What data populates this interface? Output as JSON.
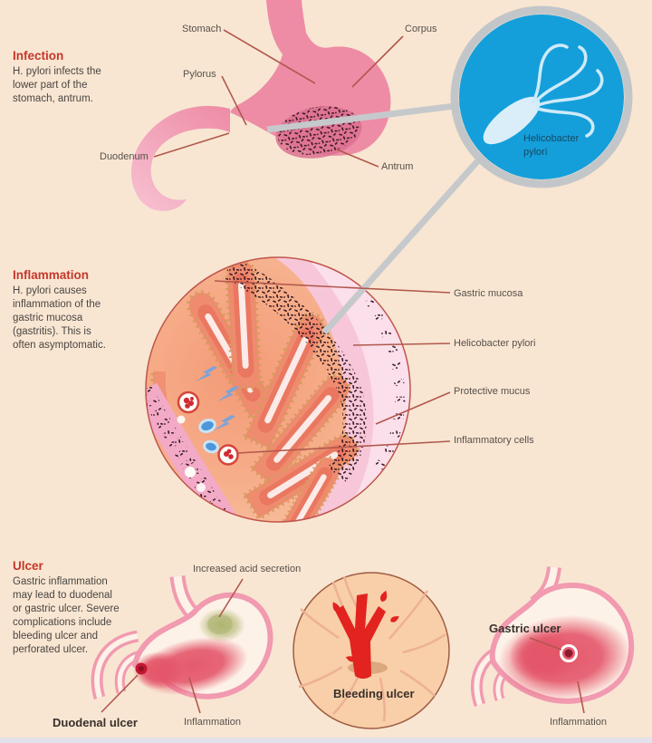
{
  "palette": {
    "background": "#f8e6d2",
    "heading_red": "#c5372b",
    "body_text": "#4a4542",
    "label_text": "#57504b",
    "bold_label": "#38302b",
    "leader_line": "#b2584d",
    "stomach_pink": "#ee8ca6",
    "magnifier_blue": "#149fdb",
    "magnifier_ring": "#c3c6c9",
    "bacteria_dark": "#31161f",
    "inflamed_red": "#e4566a",
    "vessel_red": "#e2231f",
    "acid_green": "#a9b067",
    "mucus_pink": "#f7c7d9"
  },
  "infection": {
    "heading": "Infection",
    "body": "H. pylori infects the lower part of the stomach, antrum.",
    "labels": {
      "stomach": "Stomach",
      "corpus": "Corpus",
      "pylorus": "Pylorus",
      "duodenum": "Duodenum",
      "antrum": "Antrum"
    },
    "magnifier": {
      "line1": "Helicobacter",
      "line2": "pylori"
    }
  },
  "inflammation": {
    "heading": "Inflammation",
    "body": "H. pylori causes inflammation of the gastric mucosa (gastritis). This is often asymptomatic.",
    "labels": {
      "gastric_mucosa": "Gastric mucosa",
      "helicobacter_pylori": "Helicobacter pylori",
      "protective_mucus": "Protective mucus",
      "inflammatory_cells": "Inflammatory cells"
    }
  },
  "ulcer": {
    "heading": "Ulcer",
    "body": "Gastric inflammation may lead to duodenal or gastric ulcer. Severe complications include bleeding ulcer and perforated ulcer.",
    "labels": {
      "increased_acid_secretion": "Increased acid secretion",
      "duodenal_ulcer": "Duodenal ulcer",
      "inflammation_left": "Inflammation",
      "bleeding_ulcer": "Bleeding ulcer",
      "gastric_ulcer": "Gastric ulcer",
      "inflammation_right": "Inflammation"
    }
  }
}
